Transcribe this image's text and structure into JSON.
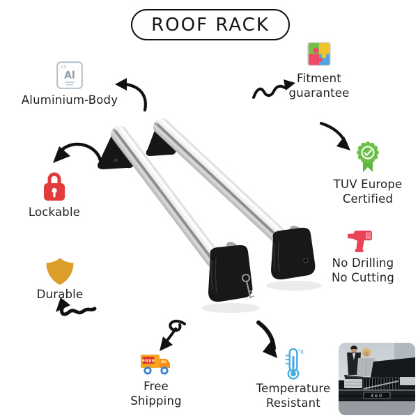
{
  "title": "ROOF RACK",
  "features": {
    "aluminium": {
      "label": "Aluminium-Body",
      "element_number": "13",
      "element_symbol": "Al",
      "icon": "aluminium-element-icon"
    },
    "fitment": {
      "line1": "Fitment",
      "line2": "guarantee",
      "icon": "puzzle-icon"
    },
    "lockable": {
      "label": "Lockable",
      "icon": "lock-icon"
    },
    "tuv": {
      "line1": "TUV Europe",
      "line2": "Certified",
      "icon": "certified-badge-icon"
    },
    "durable": {
      "label": "Durable",
      "icon": "shield-icon"
    },
    "drilling": {
      "line1": "No Drilling",
      "line2": "No Cutting",
      "icon": "drill-icon"
    },
    "shipping": {
      "line1": "Free",
      "line2": "Shipping",
      "truck_banner": "FREE",
      "icon": "free-shipping-truck-icon"
    },
    "temperature": {
      "line1": "Temperature",
      "line2": "Resistant",
      "unit": "°c",
      "icon": "thermometer-icon"
    }
  },
  "photo": {
    "car_badge": "460"
  },
  "colors": {
    "text": "#1f1f1f",
    "arrow_black": "#111111",
    "lock_red": "#e23b3b",
    "drill_red": "#e84356",
    "shield_gold": "#dd9e2c",
    "badge_green": "#6cc04a",
    "thermo_blue": "#45aae0",
    "truck_orange": "#f5a61d",
    "truck_cab_orange": "#f78f1e",
    "banner_red": "#e03030",
    "wheel_blue": "#3b7fd4",
    "element_slate": "#8c9cab",
    "puzzle_green": "#76c043",
    "puzzle_yellow": "#f2c12e",
    "puzzle_pink": "#ec4a67",
    "puzzle_blue": "#4ea7e0",
    "bar_aluminium": "#d9d9d9",
    "foot_black": "#181818"
  }
}
